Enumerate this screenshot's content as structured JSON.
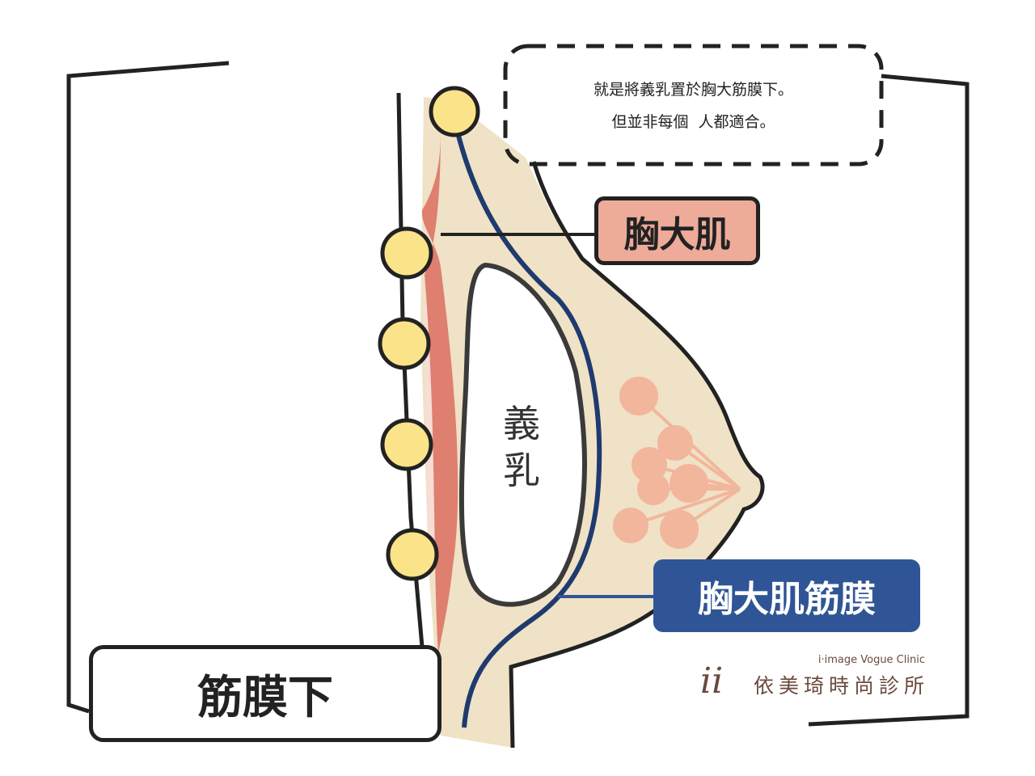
{
  "note": {
    "line1": "就是將義乳置於胸大筋膜下。",
    "line2": "但並非每個  人都適合。"
  },
  "labels": {
    "muscle": "胸大肌",
    "fascia": "胸大肌筋膜",
    "subfascial": "筋膜下",
    "implant_1": "義",
    "implant_2": "乳"
  },
  "logo": {
    "mark": "ii",
    "en": "i·image  Vogue Clinic",
    "zh": "依美琦時尚診所"
  },
  "colors": {
    "tissue": "#efe2c6",
    "muscle": "#de7f70",
    "fascia": "#1f3a6e",
    "circle": "#fbe38a",
    "gland": "#f2b69c",
    "label_blue": "#2f5596",
    "label_pink": "#eeab99"
  }
}
